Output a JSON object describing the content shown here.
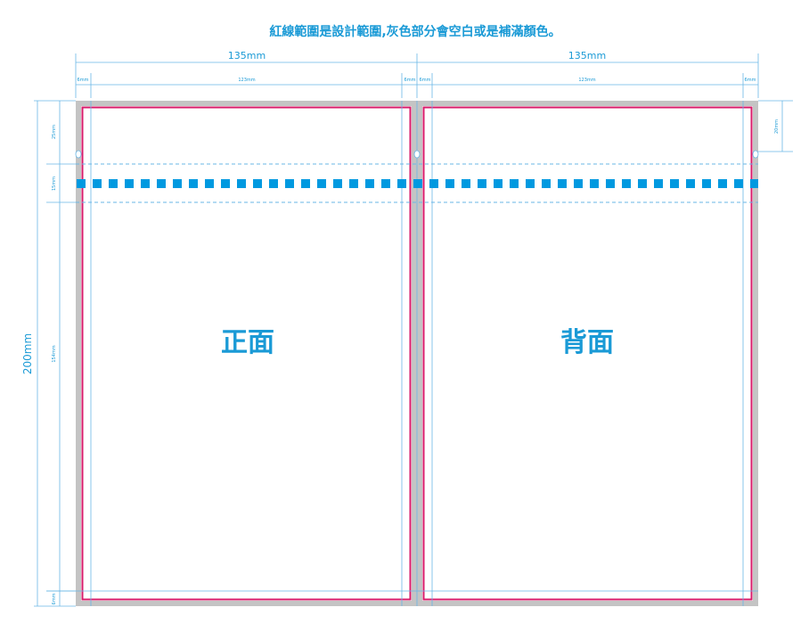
{
  "header": {
    "note": "紅線範圍是設計範圍,灰色部分會空白或是補滿顏色。"
  },
  "dimensions": {
    "top_left_width": "135mm",
    "top_right_width": "135mm",
    "sub_left_margin": "6mm",
    "sub_left_center": "123mm",
    "sub_mid_left": "6mm",
    "sub_mid_right": "6mm",
    "sub_right_center": "123mm",
    "sub_right_margin": "6mm",
    "total_height": "200mm",
    "left_h1": "25mm",
    "left_h2": "15mm",
    "left_h3": "154mm",
    "left_h4": "6mm",
    "right_h1": "20mm"
  },
  "panels": {
    "front_label": "正面",
    "back_label": "背面"
  },
  "colors": {
    "accent": "#1a9ad6",
    "bleed_gray": "#c4c4c4",
    "design_red": "#d81b6a",
    "guide_blue": "#6ab7e6",
    "perforation": "#0099e0"
  }
}
